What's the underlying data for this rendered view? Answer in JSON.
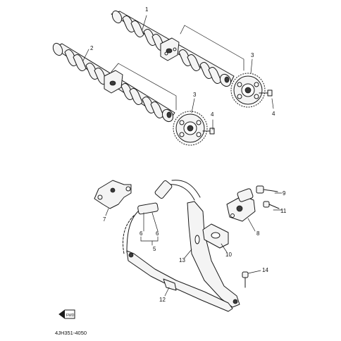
{
  "diagram": {
    "drawing_code": "4JH351-4050",
    "fwd_label": "FWD",
    "part_labels": {
      "c1": "1",
      "c2": "2",
      "c3a": "3",
      "c3b": "3",
      "c4a": "4",
      "c4b": "4",
      "c5": "5",
      "c6a": "6",
      "c6b": "6",
      "c7": "7",
      "c8": "8",
      "c9": "9",
      "c10": "10",
      "c11": "11",
      "c12": "12",
      "c13": "13",
      "c14": "14"
    }
  }
}
